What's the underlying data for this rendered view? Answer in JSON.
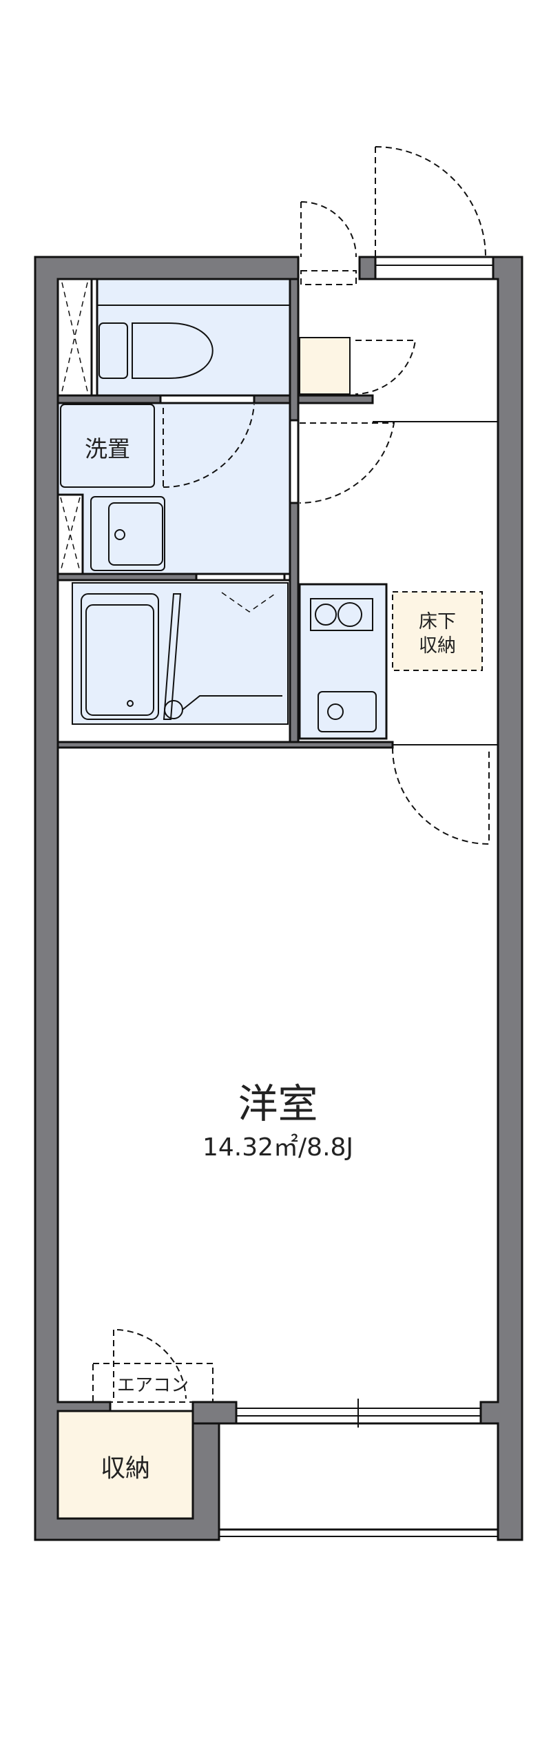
{
  "rooms": {
    "western_room": {
      "name": "洋室",
      "area": "14.32㎡/8.8J"
    },
    "washroom": {
      "label": "洗置"
    },
    "underfloor_storage": {
      "line1": "床下",
      "line2": "収納"
    },
    "storage": {
      "label": "収納"
    },
    "air_conditioner": {
      "label": "エアコン"
    }
  },
  "colors": {
    "wall": "#7b7b7f",
    "wet_area": "#e6effc",
    "storage": "#fdf5e4",
    "line": "#111111"
  }
}
